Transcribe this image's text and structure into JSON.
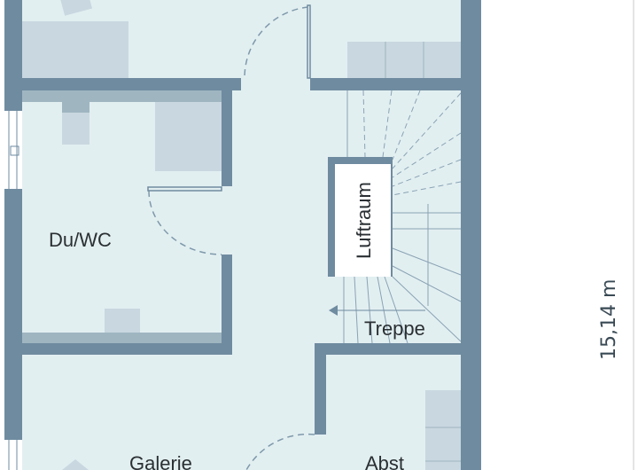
{
  "plan": {
    "rooms": {
      "bath": "Du/WC",
      "gallery": "Galerie",
      "storage": "Abst",
      "stairs": "Treppe",
      "void": "Luftraum"
    },
    "dimension": "15,14 m"
  },
  "colors": {
    "wall": "#6f8ba0",
    "floor": "#e2eff1",
    "furniture": "#c9d7e0",
    "strip": "#9fb6c1"
  }
}
